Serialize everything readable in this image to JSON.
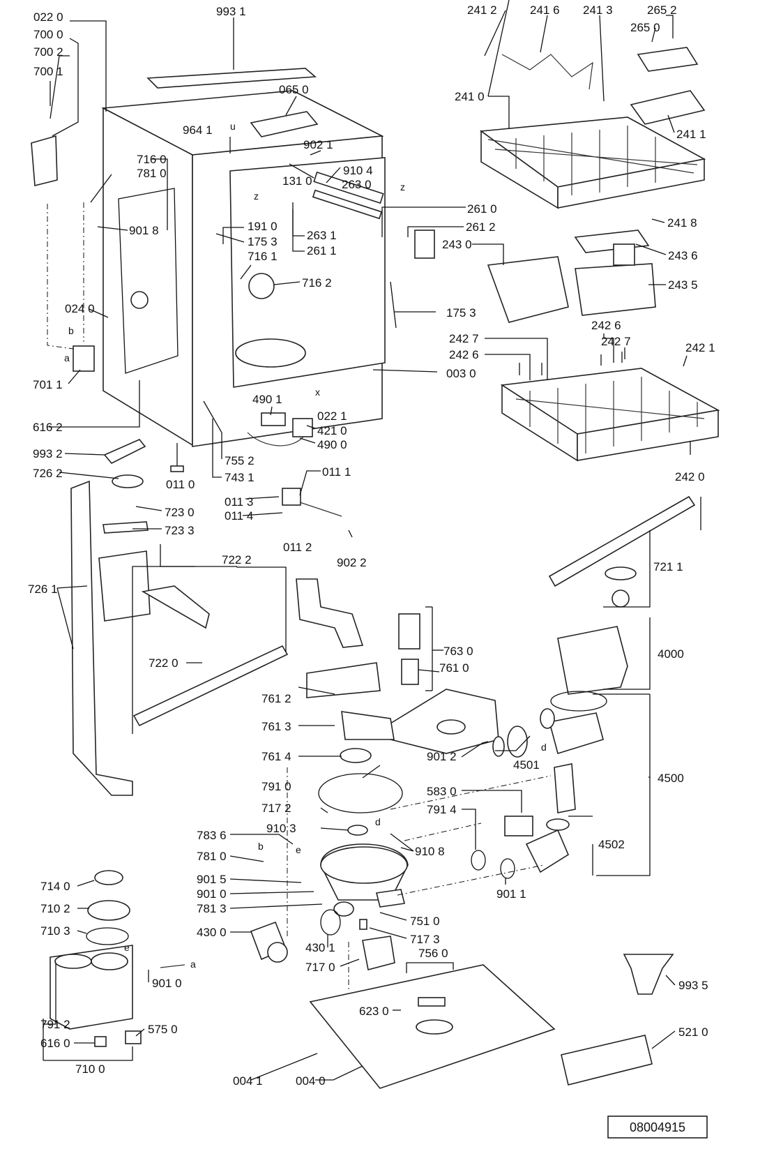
{
  "document_number": "08004915",
  "labels": [
    {
      "id": "p0220",
      "text": "022 0"
    },
    {
      "id": "p7000",
      "text": "700 0"
    },
    {
      "id": "p7002",
      "text": "700 2"
    },
    {
      "id": "p7001",
      "text": "700 1"
    },
    {
      "id": "p9931",
      "text": "993 1"
    },
    {
      "id": "p0650",
      "text": "065 0"
    },
    {
      "id": "p9641",
      "text": "964 1"
    },
    {
      "id": "p9021",
      "text": "902 1"
    },
    {
      "id": "p9104",
      "text": "910 4"
    },
    {
      "id": "p2630",
      "text": "263 0"
    },
    {
      "id": "p1310",
      "text": "131 0"
    },
    {
      "id": "p7160",
      "text": "716 0"
    },
    {
      "id": "p7810",
      "text": "781 0"
    },
    {
      "id": "p2610",
      "text": "261 0"
    },
    {
      "id": "p9018",
      "text": "901 8"
    },
    {
      "id": "p1910",
      "text": "191 0"
    },
    {
      "id": "p2631",
      "text": "263 1"
    },
    {
      "id": "p2612",
      "text": "261 2"
    },
    {
      "id": "p1753",
      "text": "175 3"
    },
    {
      "id": "p2611",
      "text": "261 1"
    },
    {
      "id": "p7161",
      "text": "716 1"
    },
    {
      "id": "p7162",
      "text": "716 2"
    },
    {
      "id": "p0240",
      "text": "024 0"
    },
    {
      "id": "p1753b",
      "text": "175 3"
    },
    {
      "id": "p7011",
      "text": "701 1"
    },
    {
      "id": "p0030",
      "text": "003 0"
    },
    {
      "id": "p4901",
      "text": "490 1"
    },
    {
      "id": "p0221",
      "text": "022 1"
    },
    {
      "id": "p6162",
      "text": "616 2"
    },
    {
      "id": "p4210",
      "text": "421 0"
    },
    {
      "id": "p4900",
      "text": "490 0"
    },
    {
      "id": "p9932",
      "text": "993 2"
    },
    {
      "id": "p7552",
      "text": "755 2"
    },
    {
      "id": "p7262",
      "text": "726 2"
    },
    {
      "id": "p0110",
      "text": "011 0"
    },
    {
      "id": "p7431",
      "text": "743 1"
    },
    {
      "id": "p0111",
      "text": "011 1"
    },
    {
      "id": "p7230",
      "text": "723 0"
    },
    {
      "id": "p0113",
      "text": "011 3"
    },
    {
      "id": "p0114",
      "text": "011 4"
    },
    {
      "id": "p7233",
      "text": "723 3"
    },
    {
      "id": "p0112",
      "text": "011 2"
    },
    {
      "id": "p9022",
      "text": "902 2"
    },
    {
      "id": "p7222",
      "text": "722 2"
    },
    {
      "id": "p7261",
      "text": "726 1"
    },
    {
      "id": "p7220",
      "text": "722 0"
    },
    {
      "id": "p2412",
      "text": "241 2"
    },
    {
      "id": "p2416",
      "text": "241 6"
    },
    {
      "id": "p2413",
      "text": "241 3"
    },
    {
      "id": "p2652",
      "text": "265 2"
    },
    {
      "id": "p2650",
      "text": "265 0"
    },
    {
      "id": "p2410",
      "text": "241 0"
    },
    {
      "id": "p2411",
      "text": "241 1"
    },
    {
      "id": "p2418",
      "text": "241 8"
    },
    {
      "id": "p2430",
      "text": "243 0"
    },
    {
      "id": "p2436",
      "text": "243 6"
    },
    {
      "id": "p2435",
      "text": "243 5"
    },
    {
      "id": "p2427",
      "text": "242 7"
    },
    {
      "id": "p2426",
      "text": "242 6"
    },
    {
      "id": "p2426b",
      "text": "242 6"
    },
    {
      "id": "p2427b",
      "text": "242 7"
    },
    {
      "id": "p2421",
      "text": "242 1"
    },
    {
      "id": "p2420",
      "text": "242 0"
    },
    {
      "id": "p7211",
      "text": "721 1"
    },
    {
      "id": "p4000",
      "text": "4000"
    },
    {
      "id": "p7630",
      "text": "763 0"
    },
    {
      "id": "p7610",
      "text": "761 0"
    },
    {
      "id": "p7612",
      "text": "761 2"
    },
    {
      "id": "p7613",
      "text": "761 3"
    },
    {
      "id": "p7614",
      "text": "761 4"
    },
    {
      "id": "p9012",
      "text": "901 2"
    },
    {
      "id": "p4501",
      "text": "4501"
    },
    {
      "id": "p4500",
      "text": "4500"
    },
    {
      "id": "p7910",
      "text": "791 0"
    },
    {
      "id": "p5830",
      "text": "583 0"
    },
    {
      "id": "p7172",
      "text": "717 2"
    },
    {
      "id": "p7914",
      "text": "791 4"
    },
    {
      "id": "p9103",
      "text": "910 3"
    },
    {
      "id": "p7836",
      "text": "783 6"
    },
    {
      "id": "p9108",
      "text": "910 8"
    },
    {
      "id": "p4502",
      "text": "4502"
    },
    {
      "id": "p7810b",
      "text": "781 0"
    },
    {
      "id": "p9015",
      "text": "901 5"
    },
    {
      "id": "p9010",
      "text": "901 0"
    },
    {
      "id": "p9011",
      "text": "901 1"
    },
    {
      "id": "p7140",
      "text": "714 0"
    },
    {
      "id": "p7813",
      "text": "781 3"
    },
    {
      "id": "p7102",
      "text": "710 2"
    },
    {
      "id": "p7510",
      "text": "751 0"
    },
    {
      "id": "p7103",
      "text": "710 3"
    },
    {
      "id": "p4300",
      "text": "430 0"
    },
    {
      "id": "p7173",
      "text": "717 3"
    },
    {
      "id": "p4301",
      "text": "430 1"
    },
    {
      "id": "p7560",
      "text": "756 0"
    },
    {
      "id": "p7170",
      "text": "717 0"
    },
    {
      "id": "p9010b",
      "text": "901 0"
    },
    {
      "id": "p9935",
      "text": "993 5"
    },
    {
      "id": "p6230",
      "text": "623 0"
    },
    {
      "id": "p7912",
      "text": "791 2"
    },
    {
      "id": "p5750",
      "text": "575 0"
    },
    {
      "id": "p6160",
      "text": "616 0"
    },
    {
      "id": "p5210",
      "text": "521 0"
    },
    {
      "id": "p0041",
      "text": "004 1"
    },
    {
      "id": "p0040",
      "text": "004 0"
    },
    {
      "id": "p7100",
      "text": "710 0"
    }
  ],
  "markers": [
    {
      "id": "m_a1",
      "text": "a"
    },
    {
      "id": "m_b1",
      "text": "b"
    },
    {
      "id": "m_z1",
      "text": "z"
    },
    {
      "id": "m_z2",
      "text": "z"
    },
    {
      "id": "m_u",
      "text": "u"
    },
    {
      "id": "m_x",
      "text": "x"
    },
    {
      "id": "m_d1",
      "text": "d"
    },
    {
      "id": "m_d2",
      "text": "d"
    },
    {
      "id": "m_b2",
      "text": "b"
    },
    {
      "id": "m_e1",
      "text": "e"
    },
    {
      "id": "m_e2",
      "text": "e"
    },
    {
      "id": "m_a2",
      "text": "a"
    }
  ]
}
